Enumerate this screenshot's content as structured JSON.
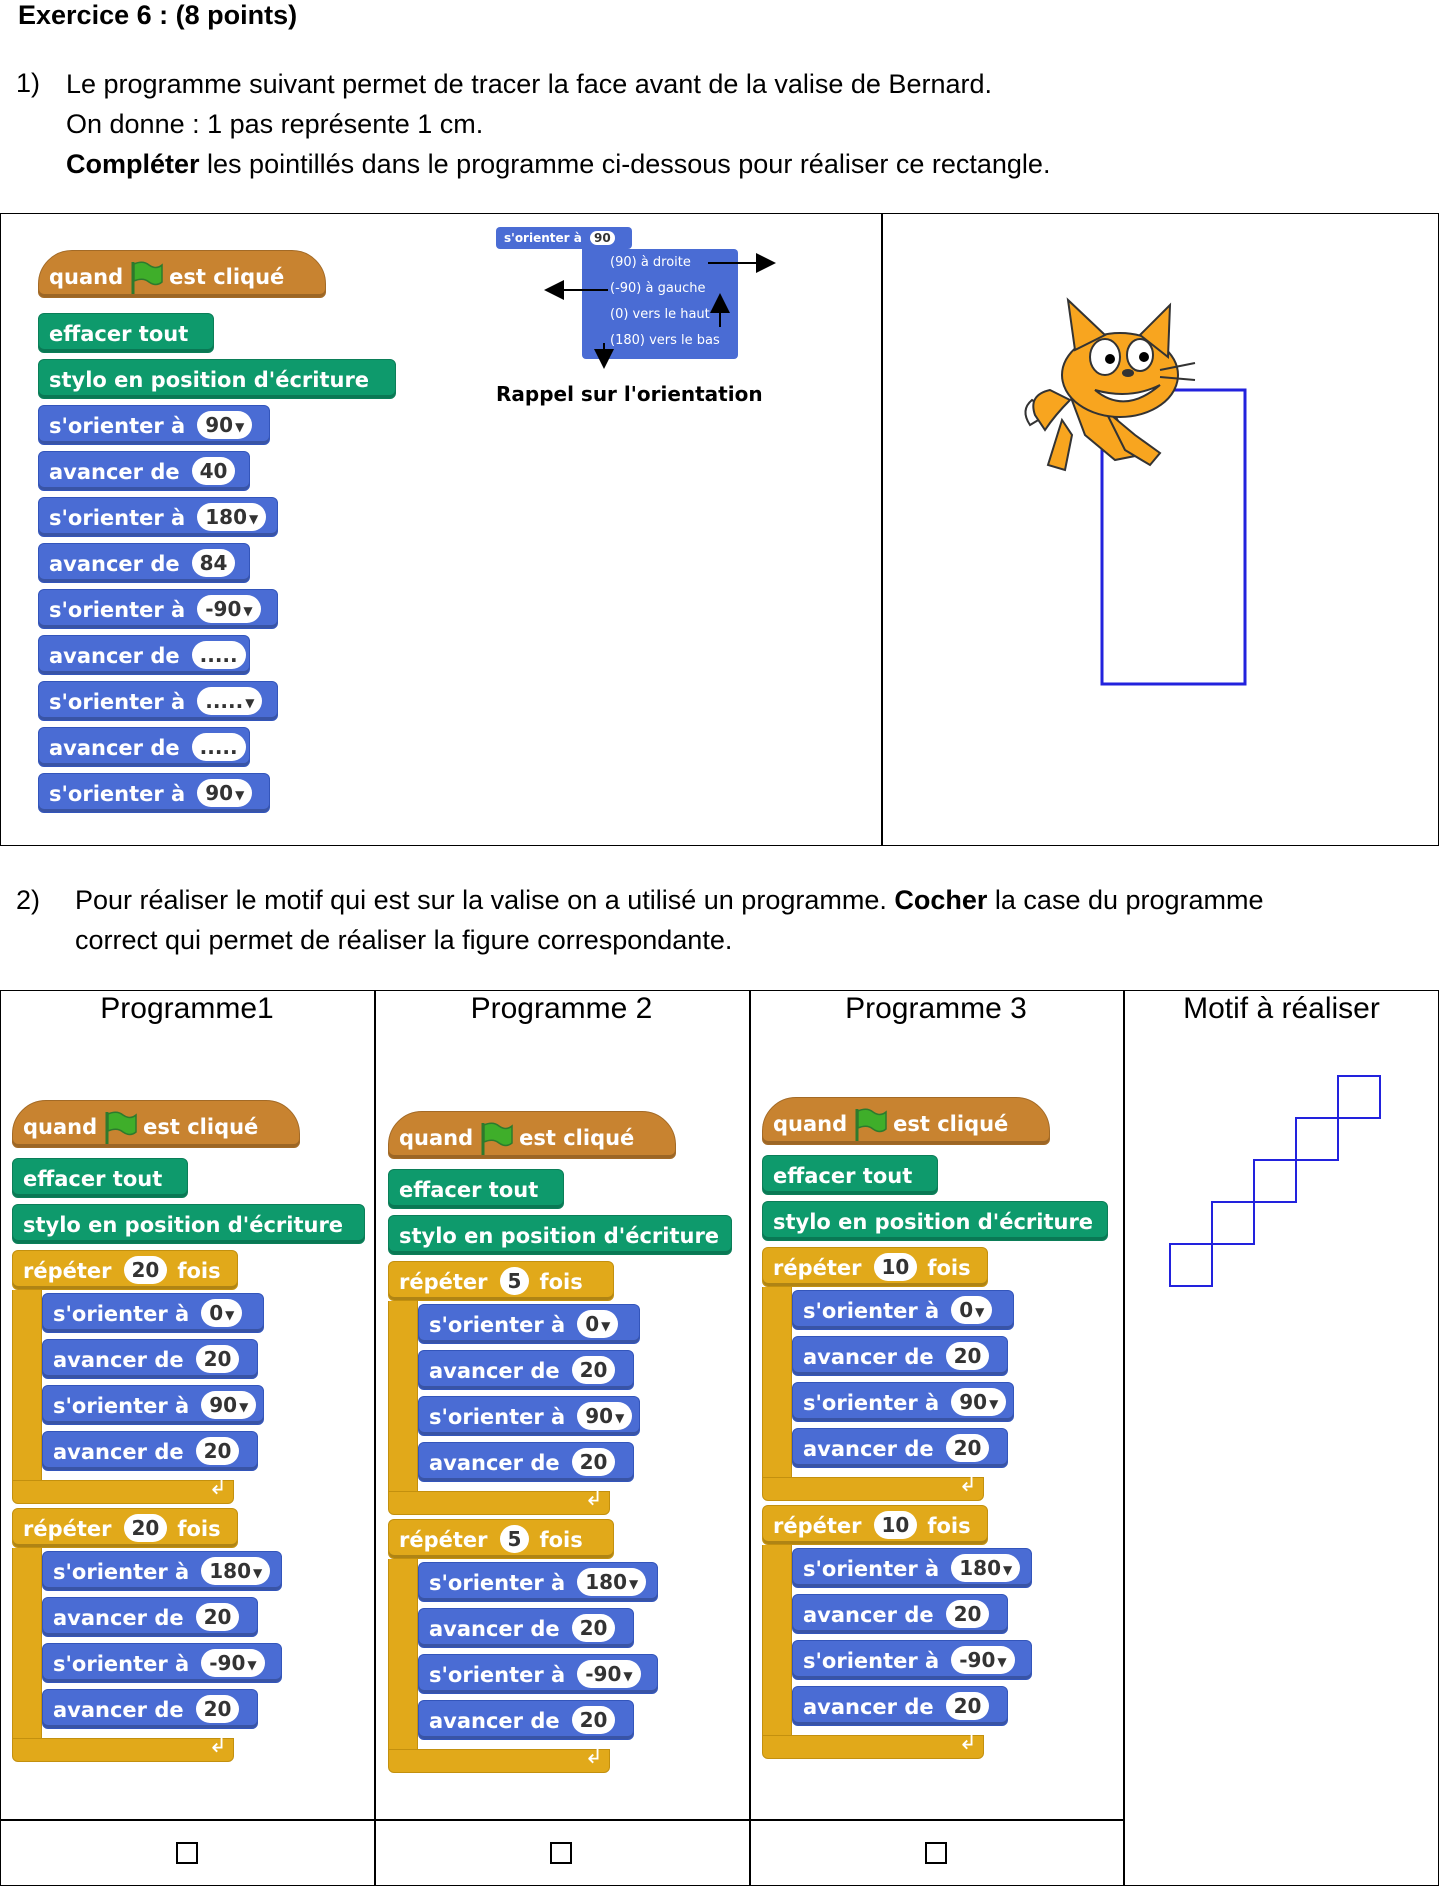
{
  "exercise": {
    "title": "Exercice 6 : (8 points)"
  },
  "q1": {
    "number": "1)",
    "line1": "Le programme suivant permet de tracer la face avant de la valise de Bernard.",
    "line2": "On donne : 1 pas représente 1 cm.",
    "line3_bold": "Compléter",
    "line3_rest": " les pointillés dans le programme ci-dessous pour réaliser ce rectangle.",
    "program": {
      "event": {
        "w1": "quand",
        "w2": "est cliqué"
      },
      "clear": "effacer tout",
      "pen": "stylo en position d'écriture",
      "steps": [
        {
          "label": "s'orienter à",
          "value": "90",
          "dropdown": true,
          "type": "motion"
        },
        {
          "label": "avancer de",
          "value": "40",
          "dropdown": false,
          "type": "motion"
        },
        {
          "label": "s'orienter à",
          "value": "180",
          "dropdown": true,
          "type": "motion"
        },
        {
          "label": "avancer de",
          "value": "84",
          "dropdown": false,
          "type": "motion"
        },
        {
          "label": "s'orienter à",
          "value": "-90",
          "dropdown": true,
          "type": "motion"
        },
        {
          "label": "avancer de",
          "value": ".....",
          "dropdown": false,
          "type": "motion"
        },
        {
          "label": "s'orienter à",
          "value": ".....",
          "dropdown": true,
          "type": "motion"
        },
        {
          "label": "avancer de",
          "value": ".....",
          "dropdown": false,
          "type": "motion"
        },
        {
          "label": "s'orienter à",
          "value": "90",
          "dropdown": true,
          "type": "motion"
        }
      ]
    },
    "reminder": {
      "header_label": "s'orienter à",
      "header_value": "90",
      "options": [
        "(90) à droite",
        "(-90) à gauche",
        "(0) vers le haut",
        "(180) vers le bas"
      ],
      "caption": "Rappel sur l'orientation"
    }
  },
  "q2": {
    "number": "2)",
    "line1_start": "Pour réaliser le motif qui est sur la valise on a utilisé un programme. ",
    "line1_bold": "Cocher",
    "line1_end": " la case du programme",
    "line2": "correct qui permet de réaliser la figure correspondante.",
    "headers": [
      "Programme1",
      "Programme 2",
      "Programme 3",
      "Motif à réaliser"
    ],
    "programs": [
      {
        "repeat1": "20",
        "repeat2": "20"
      },
      {
        "repeat1": "5",
        "repeat2": "5"
      },
      {
        "repeat1": "10",
        "repeat2": "10"
      }
    ],
    "labels": {
      "quand": "quand",
      "est_clique": "est cliqué",
      "effacer": "effacer tout",
      "stylo": "stylo en position d'écriture",
      "repeter": "répéter",
      "fois": "fois",
      "orienter": "s'orienter à",
      "avancer": "avancer de",
      "o1": "0",
      "o2": "90",
      "o3": "180",
      "o4": "-90",
      "step": "20"
    }
  },
  "colors": {
    "motion": "#4a6cd4",
    "pen": "#0e9a6c",
    "event": "#c88330",
    "control": "#e1a91a",
    "drawing": "#2222dd"
  }
}
